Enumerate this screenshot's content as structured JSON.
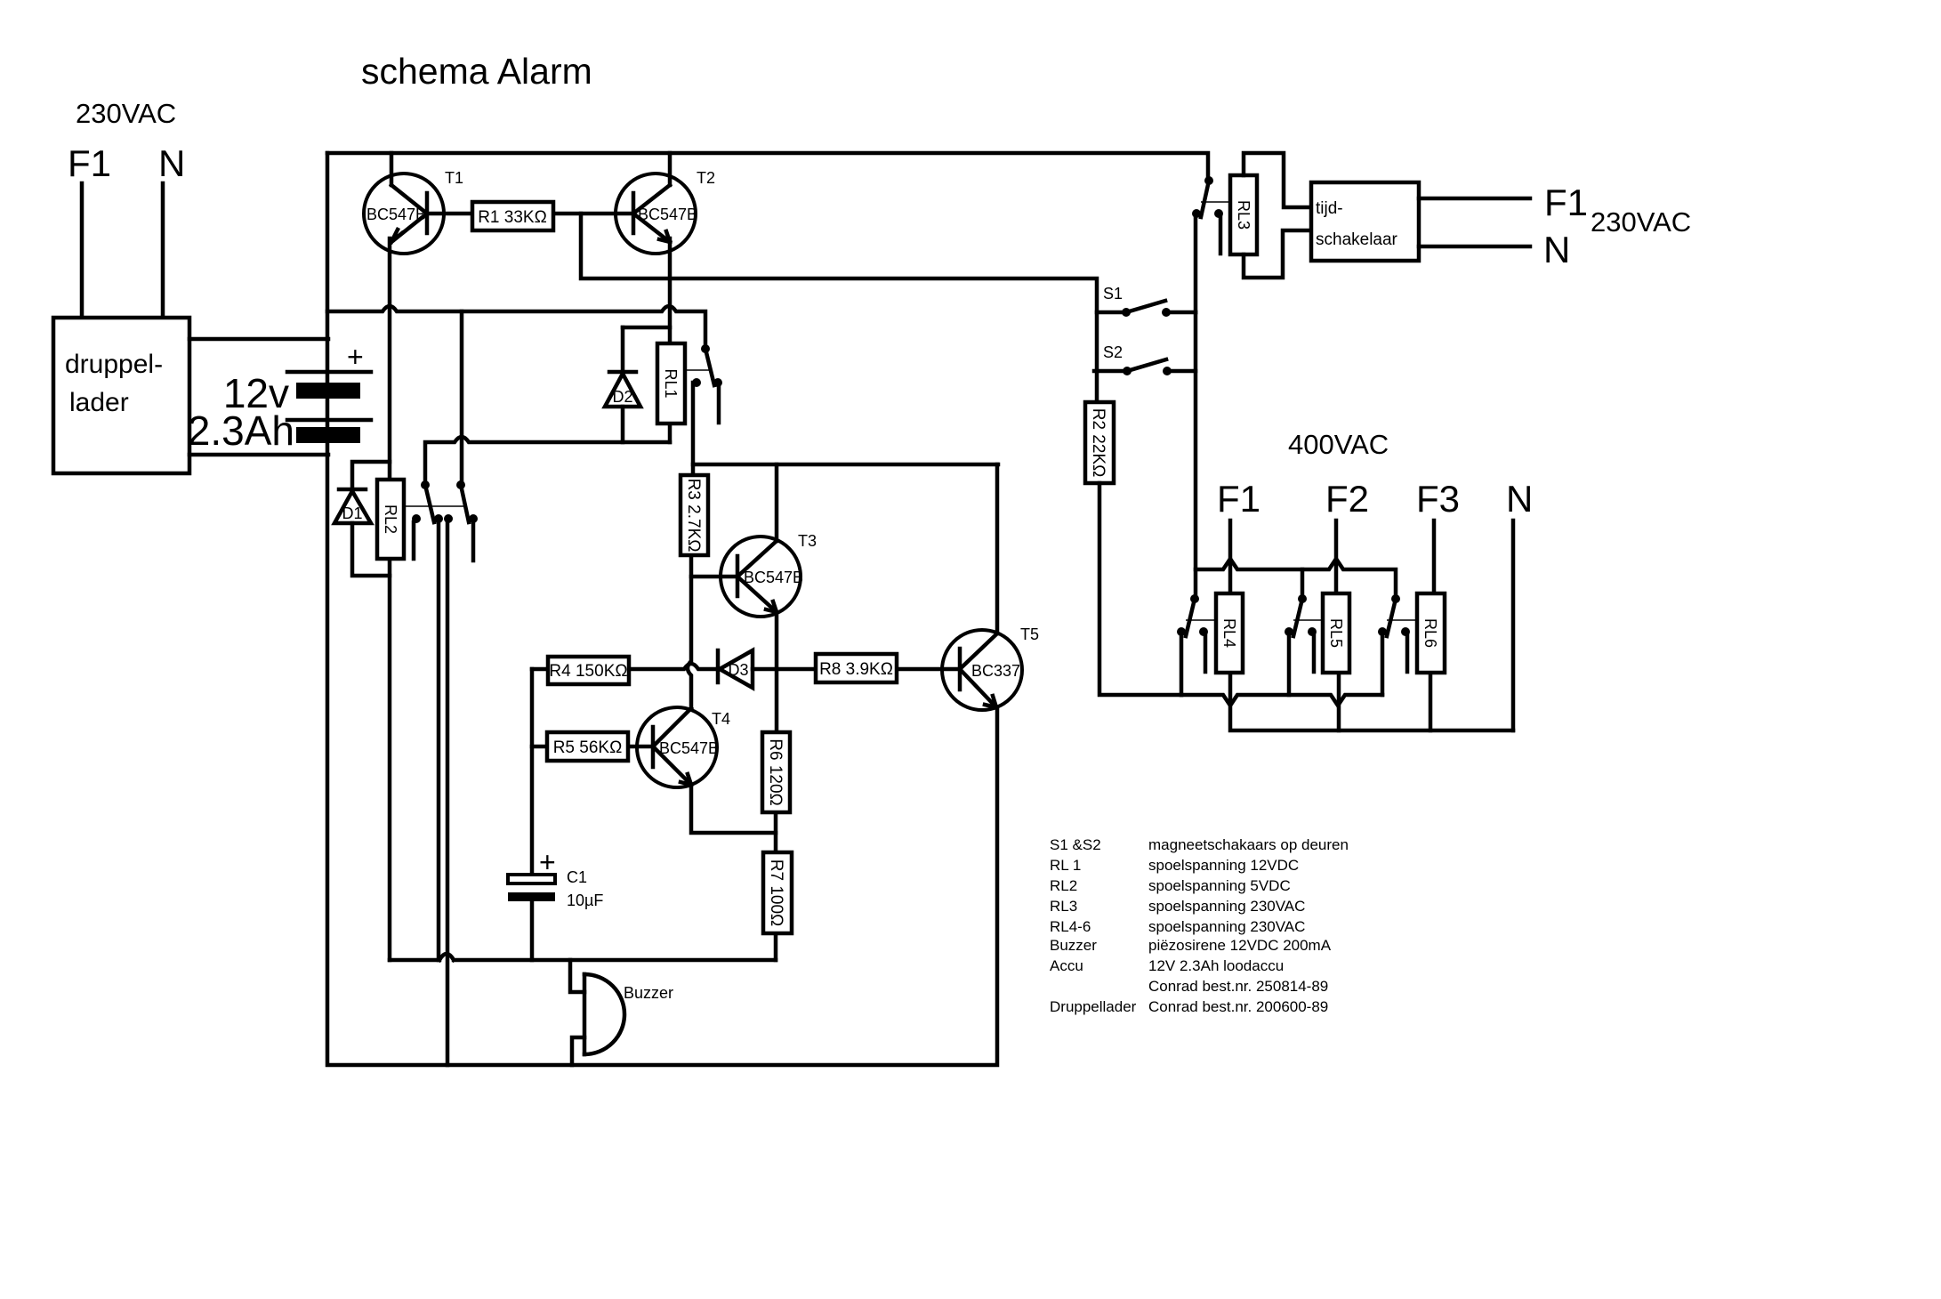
{
  "title": "schema Alarm",
  "mains_input": {
    "voltage": "230VAC",
    "phase": "F1",
    "neutral": "N"
  },
  "charger": {
    "line1": "druppel-",
    "line2": "lader"
  },
  "battery": {
    "voltage": "12v",
    "capacity": "2.3Ah",
    "polarity": "+"
  },
  "transistors": [
    {
      "ref": "T1",
      "type": "BC547B"
    },
    {
      "ref": "T2",
      "type": "BC547B"
    },
    {
      "ref": "T3",
      "type": "BC547B"
    },
    {
      "ref": "T4",
      "type": "BC547B"
    },
    {
      "ref": "T5",
      "type": "BC337"
    }
  ],
  "resistors": [
    {
      "label": "R1 33KΩ"
    },
    {
      "label": "R2 22KΩ"
    },
    {
      "label": "R3 2.7KΩ"
    },
    {
      "label": "R4 150KΩ"
    },
    {
      "label": "R5 56KΩ"
    },
    {
      "label": "R6 120Ω"
    },
    {
      "label": "R7 100Ω"
    },
    {
      "label": "R8 3.9KΩ"
    }
  ],
  "diodes": [
    "D1",
    "D2",
    "D3"
  ],
  "relays": [
    "RL1",
    "RL2",
    "RL3",
    "RL4",
    "RL5",
    "RL6"
  ],
  "switches": [
    "S1",
    "S2"
  ],
  "capacitor": {
    "ref": "C1",
    "value": "10µF",
    "polarity": "+"
  },
  "buzzer": "Buzzer",
  "timer": {
    "line1": "tijd-",
    "line2": "schakelaar"
  },
  "timer_mains": {
    "phase": "F1",
    "neutral": "N",
    "voltage": "230VAC"
  },
  "three_phase": {
    "voltage": "400VAC",
    "lines": [
      "F1",
      "F2",
      "F3",
      "N"
    ]
  },
  "legend": [
    {
      "key": "S1 &S2",
      "value": "magneetschakaars op deuren"
    },
    {
      "key": "RL 1",
      "value": "spoelspanning 12VDC"
    },
    {
      "key": "RL2",
      "value": "spoelspanning  5VDC"
    },
    {
      "key": "RL3",
      "value": "spoelspanning  230VAC"
    },
    {
      "key": "RL4-6",
      "value": "spoelspanning  230VAC"
    },
    {
      "key": "Buzzer",
      "value": "piëzosirene 12VDC 200mA"
    },
    {
      "key": "Accu",
      "value": "12V 2.3Ah loodaccu"
    },
    {
      "key": "",
      "value": "Conrad best.nr. 250814-89"
    },
    {
      "key": "Druppellader",
      "value": "Conrad best.nr. 200600-89"
    }
  ]
}
